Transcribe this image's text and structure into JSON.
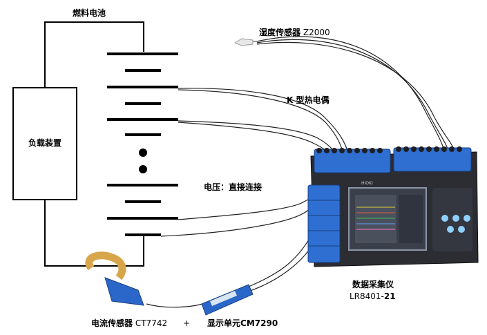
{
  "labels": {
    "fuel_cell": "燃料电池",
    "load_device": "负载装置",
    "humidity_sensor_prefix": "湿度传感器",
    "humidity_sensor_model": "Z2000",
    "thermocouple": "K 型热电偶",
    "voltage_direct": "电压：直接连接",
    "data_logger": "数据采集仪",
    "logger_model_prefix": "LR8401-",
    "logger_model_suffix": "21",
    "current_sensor_prefix": "电流传感器",
    "current_sensor_model": "CT7742",
    "plus": "+",
    "display_unit_prefix": "显示单元",
    "display_unit_model": "CM7290",
    "device_brand": "HIOKI"
  },
  "colors": {
    "wire": "#000000",
    "device_body": "#2b2d33",
    "terminal_blue": "#2e6fd1",
    "screen_bg": "#3a3f4a",
    "clamp_gold": "#d8a64a",
    "sensor_blue": "#2a67c9"
  },
  "icons": [
    "humidity-probe-icon",
    "data-logger-icon",
    "clamp-sensor-icon",
    "display-unit-icon"
  ]
}
